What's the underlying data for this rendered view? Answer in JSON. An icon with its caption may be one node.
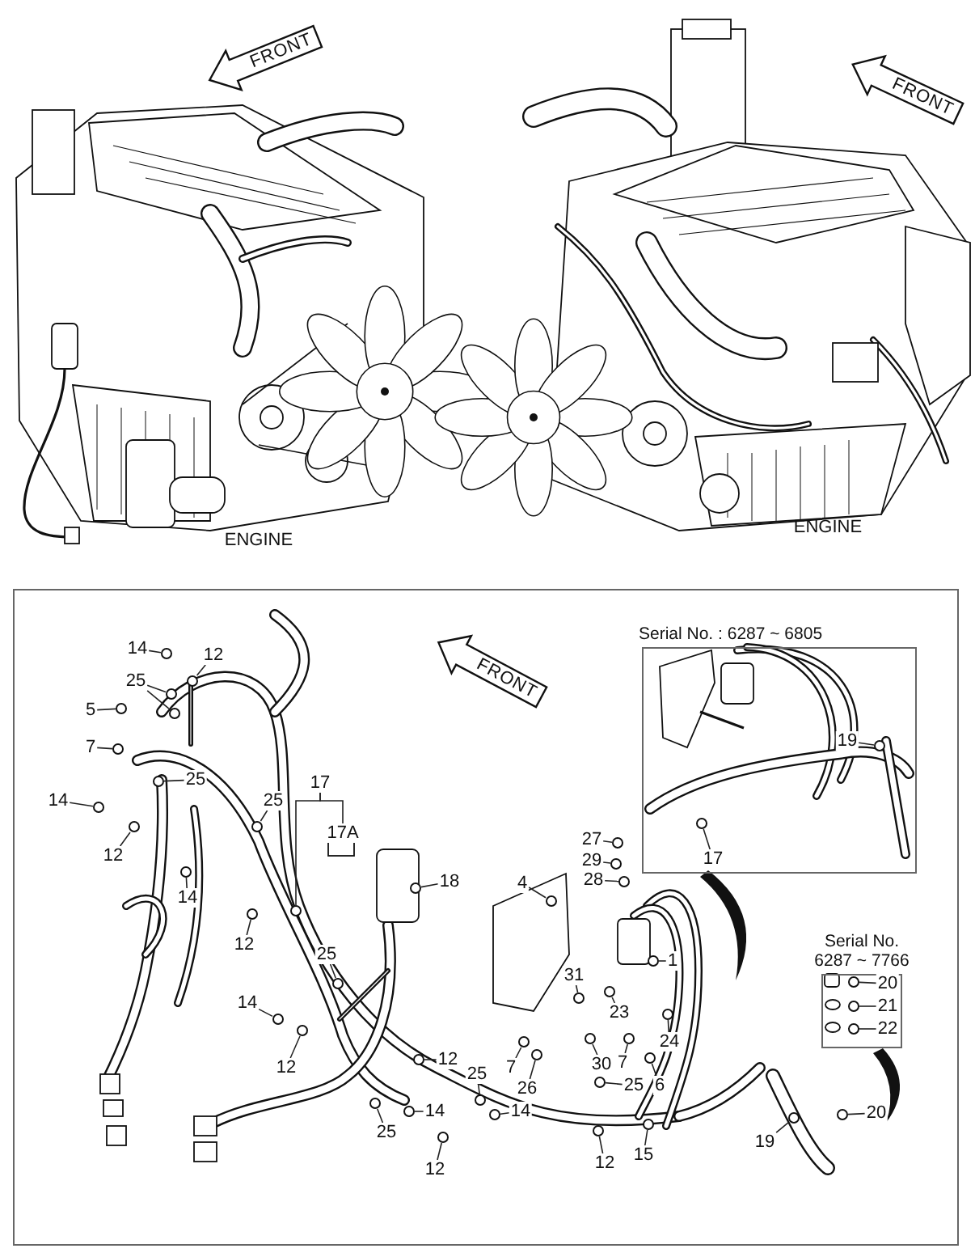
{
  "diagram": {
    "nodes": [
      {
        "text": [
          "FRONT"
        ]
      },
      {
        "text": [
          "FRONT"
        ]
      },
      {
        "text": [],
        "shape": "box"
      },
      {
        "text": [
          "FRONT"
        ],
        "in": 2
      },
      {
        "text": [
          "Serial No. : 6287 ~ 6805"
        ],
        "in": 2
      },
      {
        "text": [
          "Serial No. 6287 ~ 7766"
        ],
        "in": 2
      },
      {
        "text": [
          "14"
        ],
        "in": 2
      },
      {
        "text": [
          "12"
        ],
        "in": 2
      },
      {
        "text": [
          "25"
        ],
        "in": 2
      },
      {
        "text": [
          "5"
        ],
        "in": 2
      },
      {
        "text": [
          "7"
        ],
        "in": 2
      },
      {
        "text": [
          "25"
        ],
        "in": 2
      },
      {
        "text": [
          "14"
        ],
        "in": 2
      },
      {
        "text": [
          "12"
        ],
        "in": 2
      },
      {
        "text": [
          "25"
        ],
        "in": 2
      },
      {
        "text": [
          "17"
        ],
        "in": 2
      },
      {
        "text": [
          "17A"
        ],
        "in": 2
      },
      {
        "text": [
          "18"
        ],
        "in": 2
      },
      {
        "text": [
          "14"
        ],
        "in": 2
      },
      {
        "text": [
          "12"
        ],
        "in": 2
      },
      {
        "text": [
          "25"
        ],
        "in": 2
      },
      {
        "text": [
          "14"
        ],
        "in": 2
      },
      {
        "text": [
          "12"
        ],
        "in": 2
      },
      {
        "text": [
          "12"
        ],
        "in": 2
      },
      {
        "text": [
          "14"
        ],
        "in": 2
      },
      {
        "text": [
          "25"
        ],
        "in": 2
      },
      {
        "text": [
          "12"
        ],
        "in": 2
      },
      {
        "text": [
          "25"
        ],
        "in": 2
      },
      {
        "text": [
          "4"
        ],
        "in": 2
      },
      {
        "text": [
          "27"
        ],
        "in": 2
      },
      {
        "text": [
          "29"
        ],
        "in": 2
      },
      {
        "text": [
          "28"
        ],
        "in": 2
      },
      {
        "text": [
          "1"
        ],
        "in": 2
      },
      {
        "text": [
          "31"
        ],
        "in": 2
      },
      {
        "text": [
          "23"
        ],
        "in": 2
      },
      {
        "text": [
          "24"
        ],
        "in": 2
      },
      {
        "text": [
          "7"
        ],
        "in": 2
      },
      {
        "text": [
          "26"
        ],
        "in": 2
      },
      {
        "text": [
          "30"
        ],
        "in": 2
      },
      {
        "text": [
          "7"
        ],
        "in": 2
      },
      {
        "text": [
          "6"
        ],
        "in": 2
      },
      {
        "text": [
          "25"
        ],
        "in": 2
      },
      {
        "text": [
          "14"
        ],
        "in": 2
      },
      {
        "text": [
          "12"
        ],
        "in": 2
      },
      {
        "text": [
          "15"
        ],
        "in": 2
      },
      {
        "text": [
          "19"
        ],
        "in": 4
      },
      {
        "text": [
          "17"
        ],
        "in": 4
      },
      {
        "text": [
          "20"
        ],
        "in": 5
      },
      {
        "text": [
          "21"
        ],
        "in": 5
      },
      {
        "text": [
          "22"
        ],
        "in": 5
      },
      {
        "text": [
          "19"
        ],
        "in": 2
      },
      {
        "text": [
          "20"
        ],
        "in": 2
      },
      {
        "text": [],
        "shape": "circle",
        "in": 2
      },
      {
        "text": [],
        "shape": "circle",
        "in": 2
      },
      {
        "text": [],
        "shape": "circle",
        "in": 2
      },
      {
        "text": [],
        "shape": "circle",
        "in": 2
      },
      {
        "text": [],
        "shape": "circle",
        "in": 2
      },
      {
        "text": [],
        "shape": "circle",
        "in": 2
      },
      {
        "text": [],
        "shape": "circle",
        "in": 2
      },
      {
        "text": [],
        "shape": "circle",
        "in": 2
      },
      {
        "text": [],
        "shape": "circle",
        "in": 2
      },
      {
        "text": [],
        "shape": "circle",
        "in": 2
      },
      {
        "text": [],
        "shape": "circle",
        "in": 2
      },
      {
        "text": [],
        "shape": "circle",
        "in": 2
      },
      {
        "text": [],
        "shape": "circle",
        "in": 2
      },
      {
        "text": [],
        "shape": "circle",
        "in": 2
      },
      {
        "text": [],
        "shape": "circle",
        "in": 2
      },
      {
        "text": [],
        "shape": "circle",
        "in": 2
      },
      {
        "text": [],
        "shape": "circle",
        "in": 2
      },
      {
        "text": [],
        "shape": "circle",
        "in": 2
      },
      {
        "text": [],
        "shape": "circle",
        "in": 2
      },
      {
        "text": [],
        "shape": "circle",
        "in": 2
      },
      {
        "text": [],
        "shape": "circle",
        "in": 2
      },
      {
        "text": [],
        "shape": "circle",
        "in": 2
      },
      {
        "text": [],
        "shape": "circle",
        "in": 2
      },
      {
        "text": [],
        "shape": "circle",
        "in": 2
      },
      {
        "text": [],
        "shape": "circle",
        "in": 2
      },
      {
        "text": [],
        "shape": "circle",
        "in": 2
      },
      {
        "text": [],
        "shape": "circle",
        "in": 2
      },
      {
        "text": [],
        "shape": "circle",
        "in": 2
      },
      {
        "text": [],
        "shape": "circle",
        "in": 2
      },
      {
        "text": [],
        "shape": "circle",
        "in": 2
      },
      {
        "text": [],
        "shape": "circle",
        "in": 2
      },
      {
        "text": [],
        "shape": "circle",
        "in": 2
      },
      {
        "text": [],
        "shape": "circle",
        "in": 2
      },
      {
        "text": [],
        "shape": "circle",
        "in": 2
      },
      {
        "text": [],
        "shape": "circle",
        "in": 2
      },
      {
        "text": [],
        "shape": "circle",
        "in": 2
      },
      {
        "text": [],
        "shape": "circle",
        "in": 2
      },
      {
        "text": [],
        "shape": "circle",
        "in": 2
      },
      {
        "text": [],
        "shape": "circle",
        "in": 4
      },
      {
        "text": [],
        "shape": "circle",
        "in": 4
      },
      {
        "text": [],
        "shape": "circle",
        "in": 5
      },
      {
        "text": [],
        "shape": "circle",
        "in": 5
      },
      {
        "text": [],
        "shape": "circle",
        "in": 5
      },
      {
        "text": [],
        "shape": "circle",
        "in": 2
      },
      {
        "text": [],
        "shape": "circle",
        "in": 2
      },
      {
        "text": [],
        "shape": "circle",
        "in": 2
      }
    ],
    "edges": [
      {
        "from": 6,
        "to": 52,
        "arrow": "none"
      },
      {
        "from": 7,
        "to": 53,
        "arrow": "none"
      },
      {
        "from": 8,
        "to": 54,
        "arrow": "none"
      },
      {
        "from": 8,
        "to": 55,
        "arrow": "none"
      },
      {
        "from": 9,
        "to": 56,
        "arrow": "none"
      },
      {
        "from": 10,
        "to": 57,
        "arrow": "none"
      },
      {
        "from": 11,
        "to": 58,
        "arrow": "none"
      },
      {
        "from": 12,
        "to": 59,
        "arrow": "none"
      },
      {
        "from": 13,
        "to": 60,
        "arrow": "none"
      },
      {
        "from": 14,
        "to": 61,
        "arrow": "none"
      },
      {
        "from": 17,
        "to": 62,
        "arrow": "none"
      },
      {
        "from": 18,
        "to": 63,
        "arrow": "none"
      },
      {
        "from": 19,
        "to": 64,
        "arrow": "none"
      },
      {
        "from": 20,
        "to": 65,
        "arrow": "none"
      },
      {
        "from": 21,
        "to": 66,
        "arrow": "none"
      },
      {
        "from": 22,
        "to": 67,
        "arrow": "none"
      },
      {
        "from": 23,
        "to": 68,
        "arrow": "none"
      },
      {
        "from": 24,
        "to": 69,
        "arrow": "none"
      },
      {
        "from": 25,
        "to": 70,
        "arrow": "none"
      },
      {
        "from": 26,
        "to": 71,
        "arrow": "none"
      },
      {
        "from": 27,
        "to": 72,
        "arrow": "none"
      },
      {
        "from": 28,
        "to": 73,
        "arrow": "none"
      },
      {
        "from": 29,
        "to": 74,
        "arrow": "none"
      },
      {
        "from": 30,
        "to": 75,
        "arrow": "none"
      },
      {
        "from": 31,
        "to": 76,
        "arrow": "none"
      },
      {
        "from": 32,
        "to": 77,
        "arrow": "none"
      },
      {
        "from": 33,
        "to": 78,
        "arrow": "none"
      },
      {
        "from": 34,
        "to": 79,
        "arrow": "none"
      },
      {
        "from": 35,
        "to": 80,
        "arrow": "none"
      },
      {
        "from": 36,
        "to": 81,
        "arrow": "none"
      },
      {
        "from": 37,
        "to": 82,
        "arrow": "none"
      },
      {
        "from": 38,
        "to": 83,
        "arrow": "none"
      },
      {
        "from": 39,
        "to": 84,
        "arrow": "none"
      },
      {
        "from": 40,
        "to": 85,
        "arrow": "none"
      },
      {
        "from": 41,
        "to": 86,
        "arrow": "none"
      },
      {
        "from": 42,
        "to": 87,
        "arrow": "none"
      },
      {
        "from": 43,
        "to": 88,
        "arrow": "none"
      },
      {
        "from": 44,
        "to": 89,
        "arrow": "none"
      },
      {
        "from": 45,
        "to": 90,
        "arrow": "none"
      },
      {
        "from": 46,
        "to": 91,
        "arrow": "none"
      },
      {
        "from": 47,
        "to": 92,
        "arrow": "none"
      },
      {
        "from": 48,
        "to": 93,
        "arrow": "none"
      },
      {
        "from": 49,
        "to": 94,
        "arrow": "none"
      },
      {
        "from": 50,
        "to": 95,
        "arrow": "none"
      },
      {
        "from": 51,
        "to": 96,
        "arrow": "none"
      },
      {
        "from": 15,
        "to": 16,
        "arrow": "none"
      },
      {
        "from": 15,
        "to": 97,
        "arrow": "none"
      }
    ],
    "labels": [
      "ENGINE",
      "ENGINE"
    ]
  }
}
